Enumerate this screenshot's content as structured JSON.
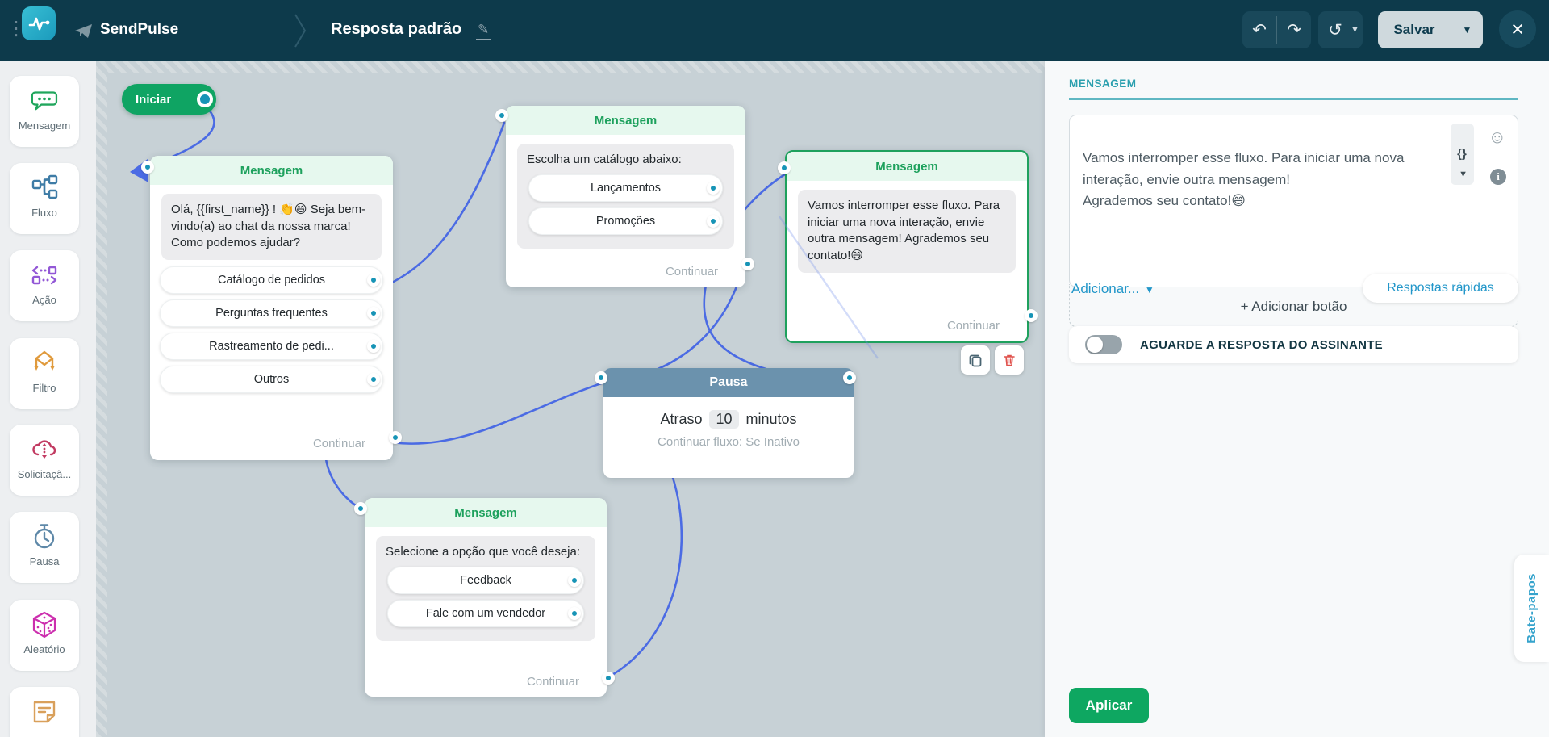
{
  "topbar": {
    "brand": "SendPulse",
    "flow_title": "Resposta padrão",
    "save_label": "Salvar"
  },
  "sidebar": {
    "items": [
      {
        "label": "Mensagem"
      },
      {
        "label": "Fluxo"
      },
      {
        "label": "Ação"
      },
      {
        "label": "Filtro"
      },
      {
        "label": "Solicitaçã..."
      },
      {
        "label": "Pausa"
      },
      {
        "label": "Aleatório"
      },
      {
        "label": ""
      }
    ]
  },
  "canvas": {
    "start_label": "Iniciar",
    "nodeA": {
      "header": "Mensagem",
      "text": "Olá,  {{first_name}} ! 👏😄 Seja bem-vindo(a) ao chat da nossa marca! Como podemos ajudar?",
      "buttons": [
        {
          "label": "Catálogo de pedidos"
        },
        {
          "label": "Perguntas frequentes"
        },
        {
          "label": "Rastreamento de pedi..."
        },
        {
          "label": "Outros"
        }
      ],
      "continue_label": "Continuar"
    },
    "nodeB": {
      "header": "Mensagem",
      "text": "Escolha um catálogo abaixo:",
      "buttons": [
        {
          "label": "Lançamentos"
        },
        {
          "label": "Promoções"
        }
      ],
      "continue_label": "Continuar"
    },
    "nodeC": {
      "header": "Mensagem",
      "text": "Vamos interromper esse fluxo. Para iniciar uma nova interação, envie outra mensagem! Agrademos seu contato!😄",
      "continue_label": "Continuar"
    },
    "pausa": {
      "header": "Pausa",
      "delay_prefix": "Atraso",
      "delay_value": "10",
      "delay_unit": "minutos",
      "subtitle": "Continuar fluxo: Se Inativo"
    },
    "nodeE": {
      "header": "Mensagem",
      "text": "Selecione a opção que você deseja:",
      "buttons": [
        {
          "label": "Feedback"
        },
        {
          "label": "Fale com um vendedor"
        }
      ],
      "continue_label": "Continuar"
    }
  },
  "panel": {
    "title": "MENSAGEM",
    "message_text": "Vamos interromper esse fluxo. Para iniciar uma nova interação, envie outra mensagem!\nAgrademos seu contato!😄",
    "vars_icon": "{}",
    "add_button_label": "+ Adicionar botão",
    "add_more_label": "Adicionar...",
    "quick_replies_label": "Respostas rápidas",
    "wait_toggle_label": "AGUARDE A RESPOSTA DO ASSINANTE",
    "apply_label": "Aplicar"
  },
  "chat_tab_label": "Bate-papos",
  "colors": {
    "topbar": "#0d3a4b",
    "accent_green": "#0fa463",
    "port_teal": "#1794b6",
    "edge_blue": "#4b6be4",
    "header_mint": "#e6f8ee",
    "pausa_blue": "#6b92ad",
    "panel_teal": "#2a9fae",
    "link_blue": "#2196c9",
    "danger_red": "#e0524d"
  }
}
